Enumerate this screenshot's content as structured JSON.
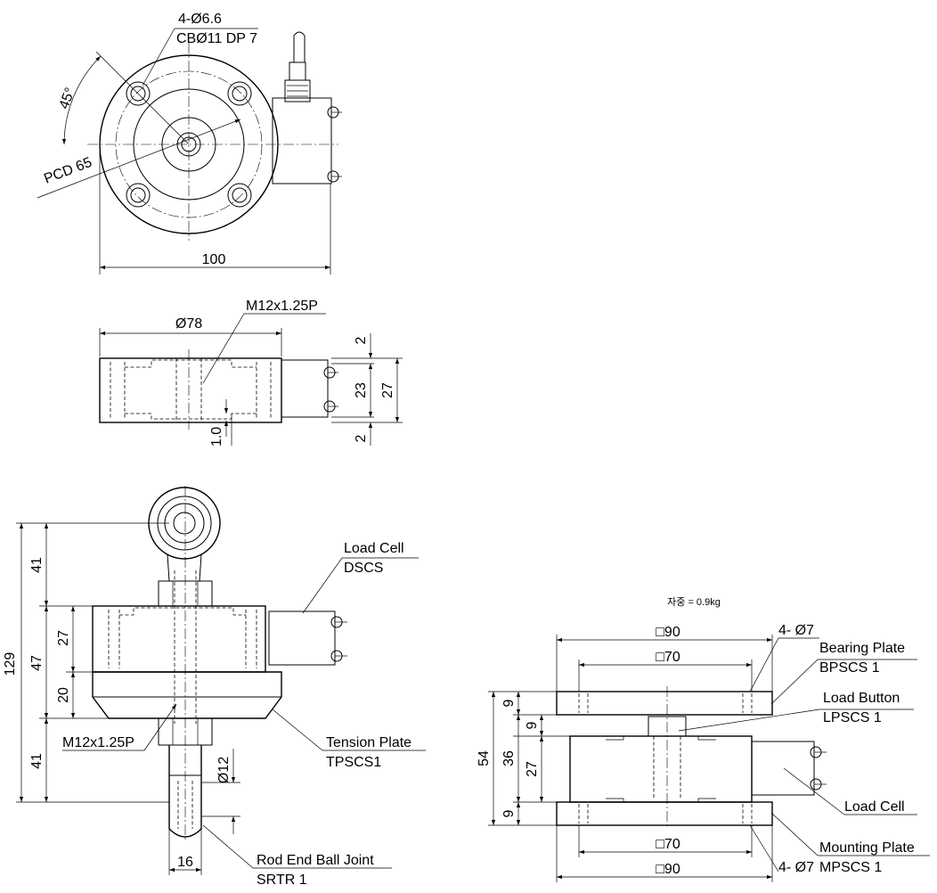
{
  "views": {
    "top": {
      "holes_line1": "4-Ø6.6",
      "holes_line2": "CBØ11 DP 7",
      "angle": "45°",
      "pcd": "PCD 65",
      "width": "100"
    },
    "side": {
      "diameter": "Ø78",
      "thread": "M12x1.25P",
      "dim_top": "2",
      "dim_mid": "23",
      "dim_total": "27",
      "dim_bottom": "2",
      "dim_recess": "1.0"
    },
    "tension": {
      "total": "129",
      "upper": "41",
      "body": "47",
      "body_upper": "27",
      "body_lower": "20",
      "lower": "41",
      "rod_dia": "Ø12",
      "rod_width": "16",
      "thread": "M12x1.25P",
      "load_cell_name": "Load Cell",
      "load_cell_code": "DSCS",
      "tension_plate_name": "Tension Plate",
      "tension_plate_code": "TPSCS1",
      "rod_end_name": "Rod End Ball Joint",
      "rod_end_code": "SRTR 1"
    },
    "compression": {
      "weight": "자중 = 0.9kg",
      "outer_top": "□90",
      "inner_top": "□70",
      "inner_bottom": "□70",
      "outer_bottom": "□90",
      "holes_top": "4- Ø7",
      "holes_bottom": "4- Ø7",
      "total": "54",
      "plate_top": "9",
      "plate_bottom": "9",
      "gap": "9",
      "cell_h": "36",
      "cell_body": "27",
      "bearing_plate_name": "Bearing Plate",
      "bearing_plate_code": "BPSCS 1",
      "load_button_name": "Load Button",
      "load_button_code": "LPSCS 1",
      "load_cell_name": "Load Cell",
      "mounting_plate_name": "Mounting Plate",
      "mounting_plate_code": "MPSCS 1"
    }
  }
}
